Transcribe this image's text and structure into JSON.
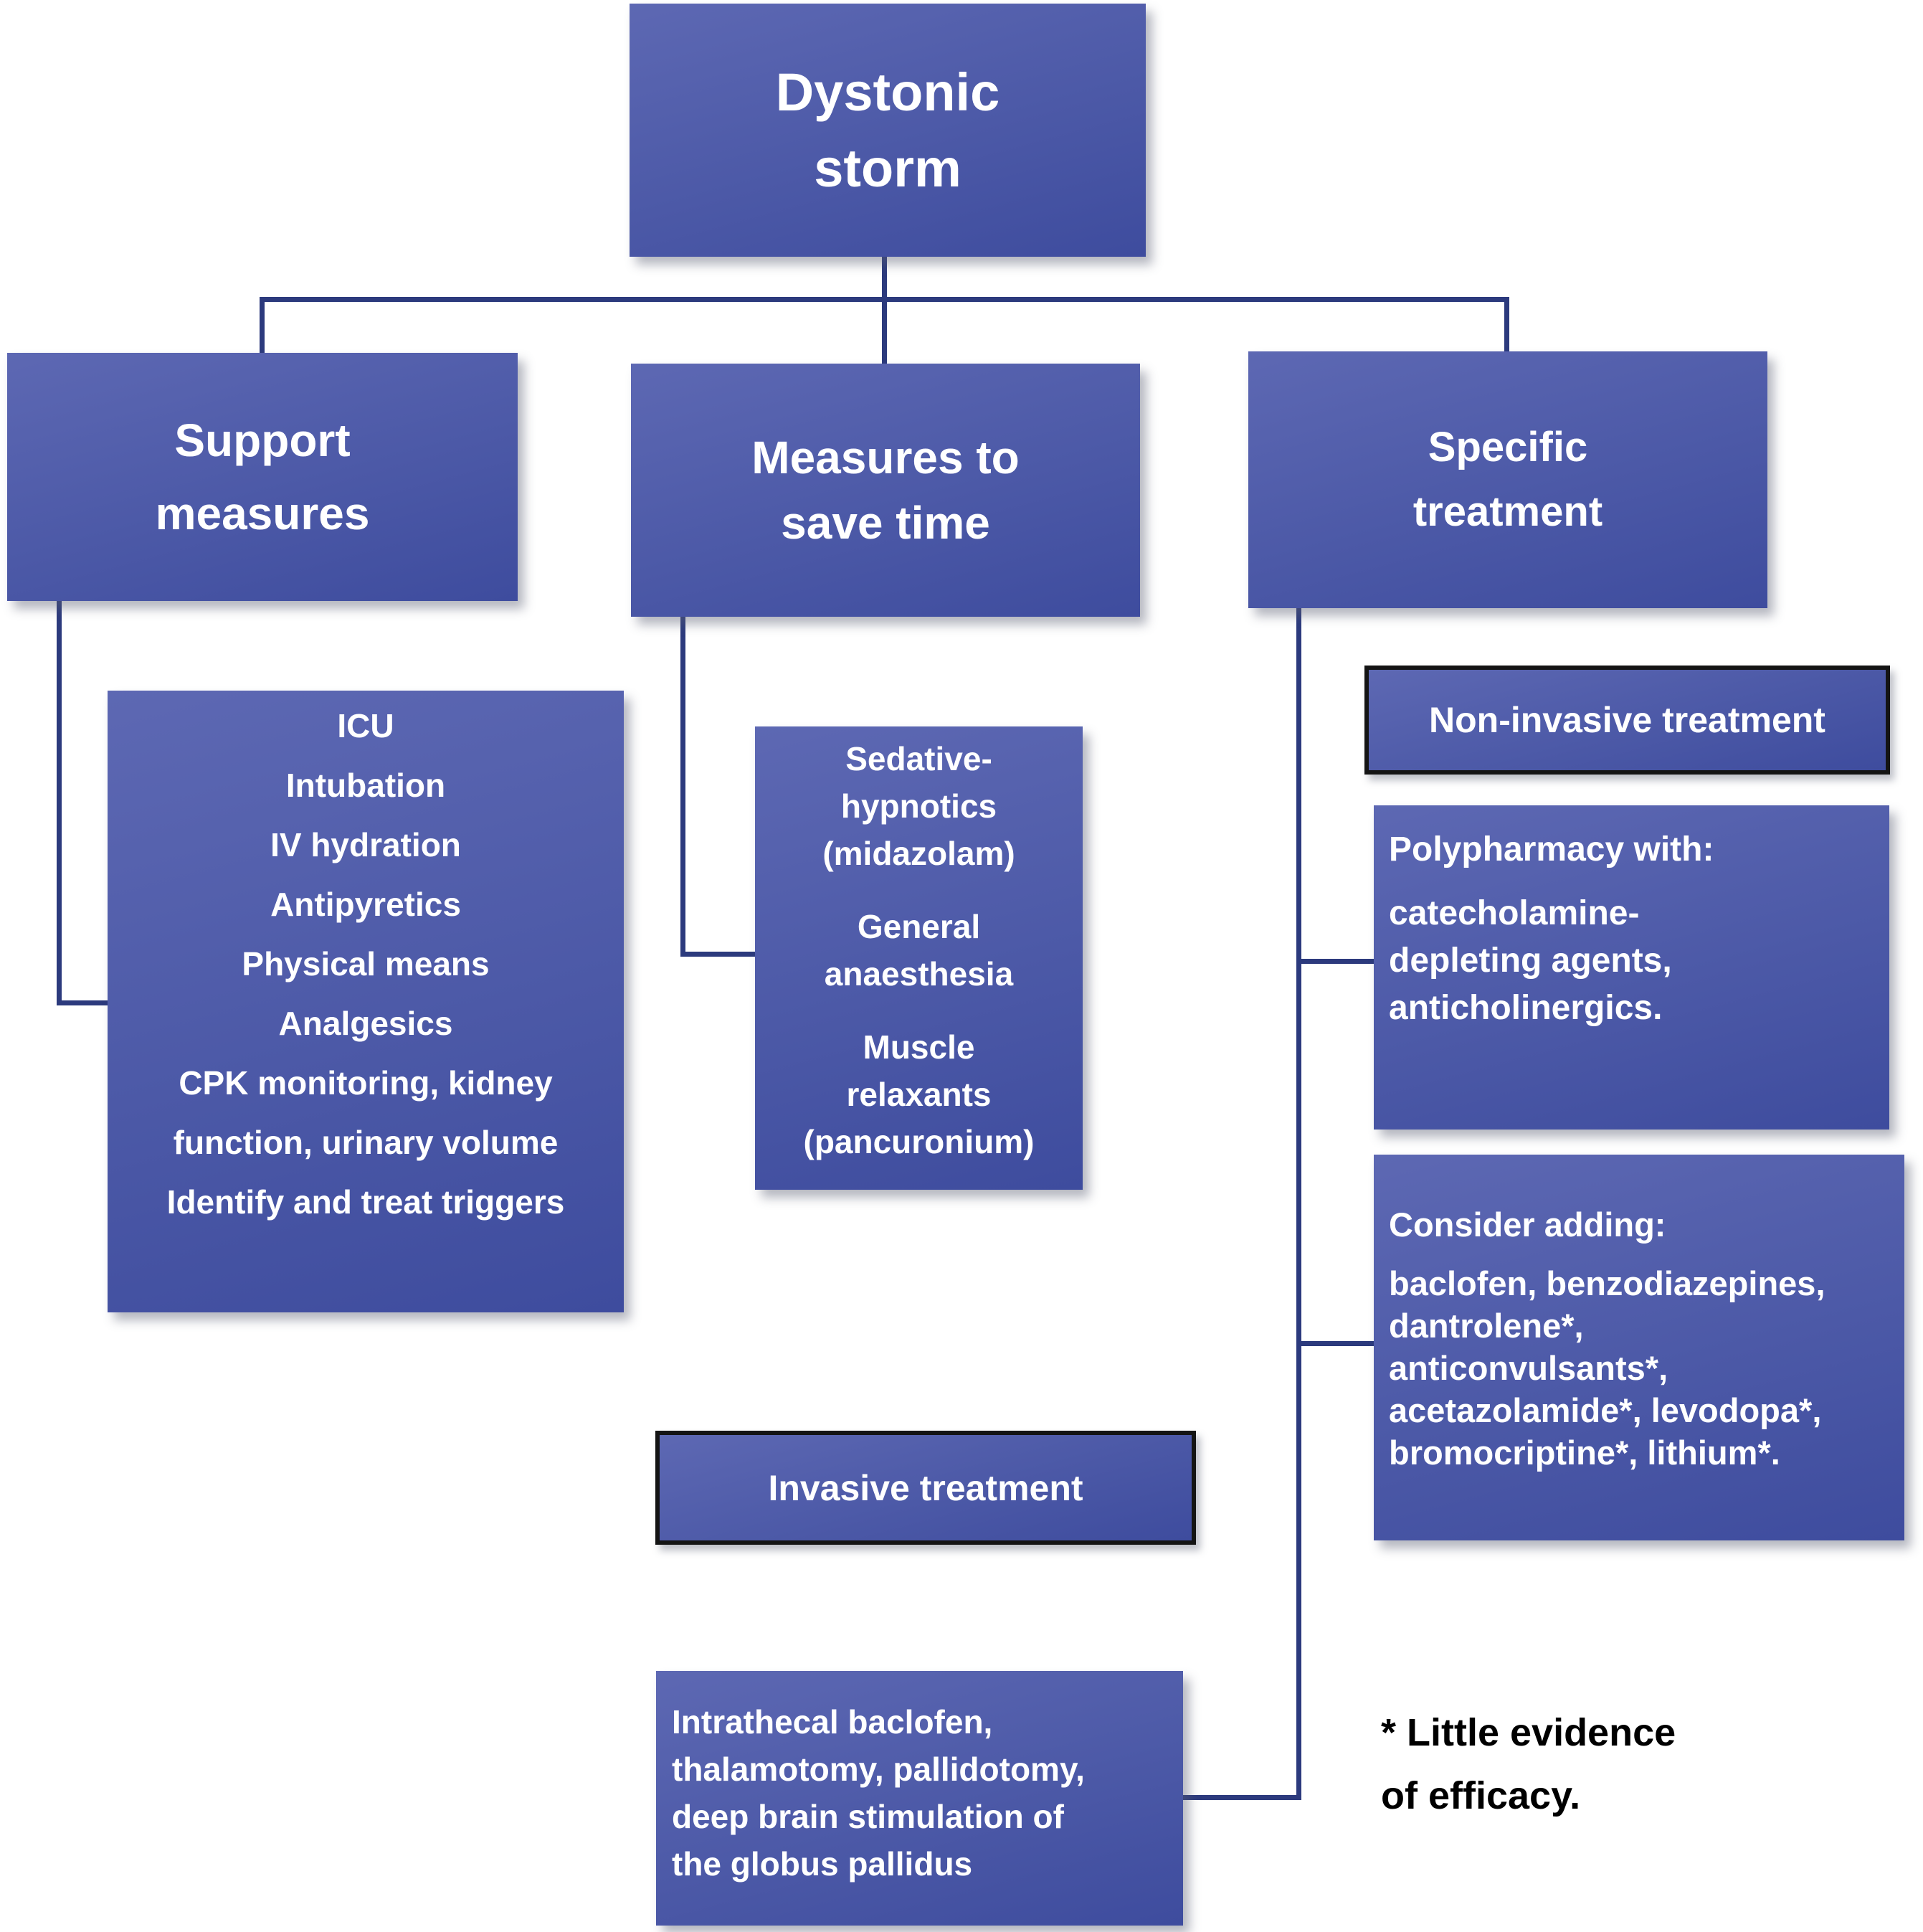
{
  "colors": {
    "box_top": "#5d68b3",
    "box_bottom": "#3e4c9e",
    "line": "#2c3a7d",
    "label_border": "#141414",
    "text": "#ffffff",
    "note": "#000000"
  },
  "root": {
    "title": "Dystonic storm"
  },
  "support": {
    "title": "Support measures",
    "items": [
      "ICU",
      "Intubation",
      "IV hydration",
      "Antipyretics",
      "Physical means",
      "Analgesics",
      "CPK monitoring, kidney function, urinary volume",
      "Identify and treat triggers"
    ]
  },
  "time": {
    "title": "Measures to save time",
    "groups": [
      "Sedative-\nhypnotics\n(midazolam)",
      "General\nanaesthesia",
      "Muscle\nrelaxants\n(pancuronium)"
    ]
  },
  "specific": {
    "title": "Specific treatment",
    "noninvasive_label": "Non-invasive treatment",
    "polypharmacy_heading": "Polypharmacy with:",
    "polypharmacy_body": "catecholamine-\ndepleting agents,\nanticholinergics.",
    "consider_heading": "Consider adding:",
    "consider_body": "baclofen, benzodiazepines,\ndantrolene*,\nanticonvulsants*,\nacetazolamide*, levodopa*,\nbromocriptine*, lithium*.",
    "invasive_label": "Invasive treatment",
    "invasive_body": "Intrathecal baclofen,\nthalamotomy, pallidotomy,\ndeep brain stimulation of\nthe globus pallidus"
  },
  "footnote": "* Little evidence\nof efficacy."
}
